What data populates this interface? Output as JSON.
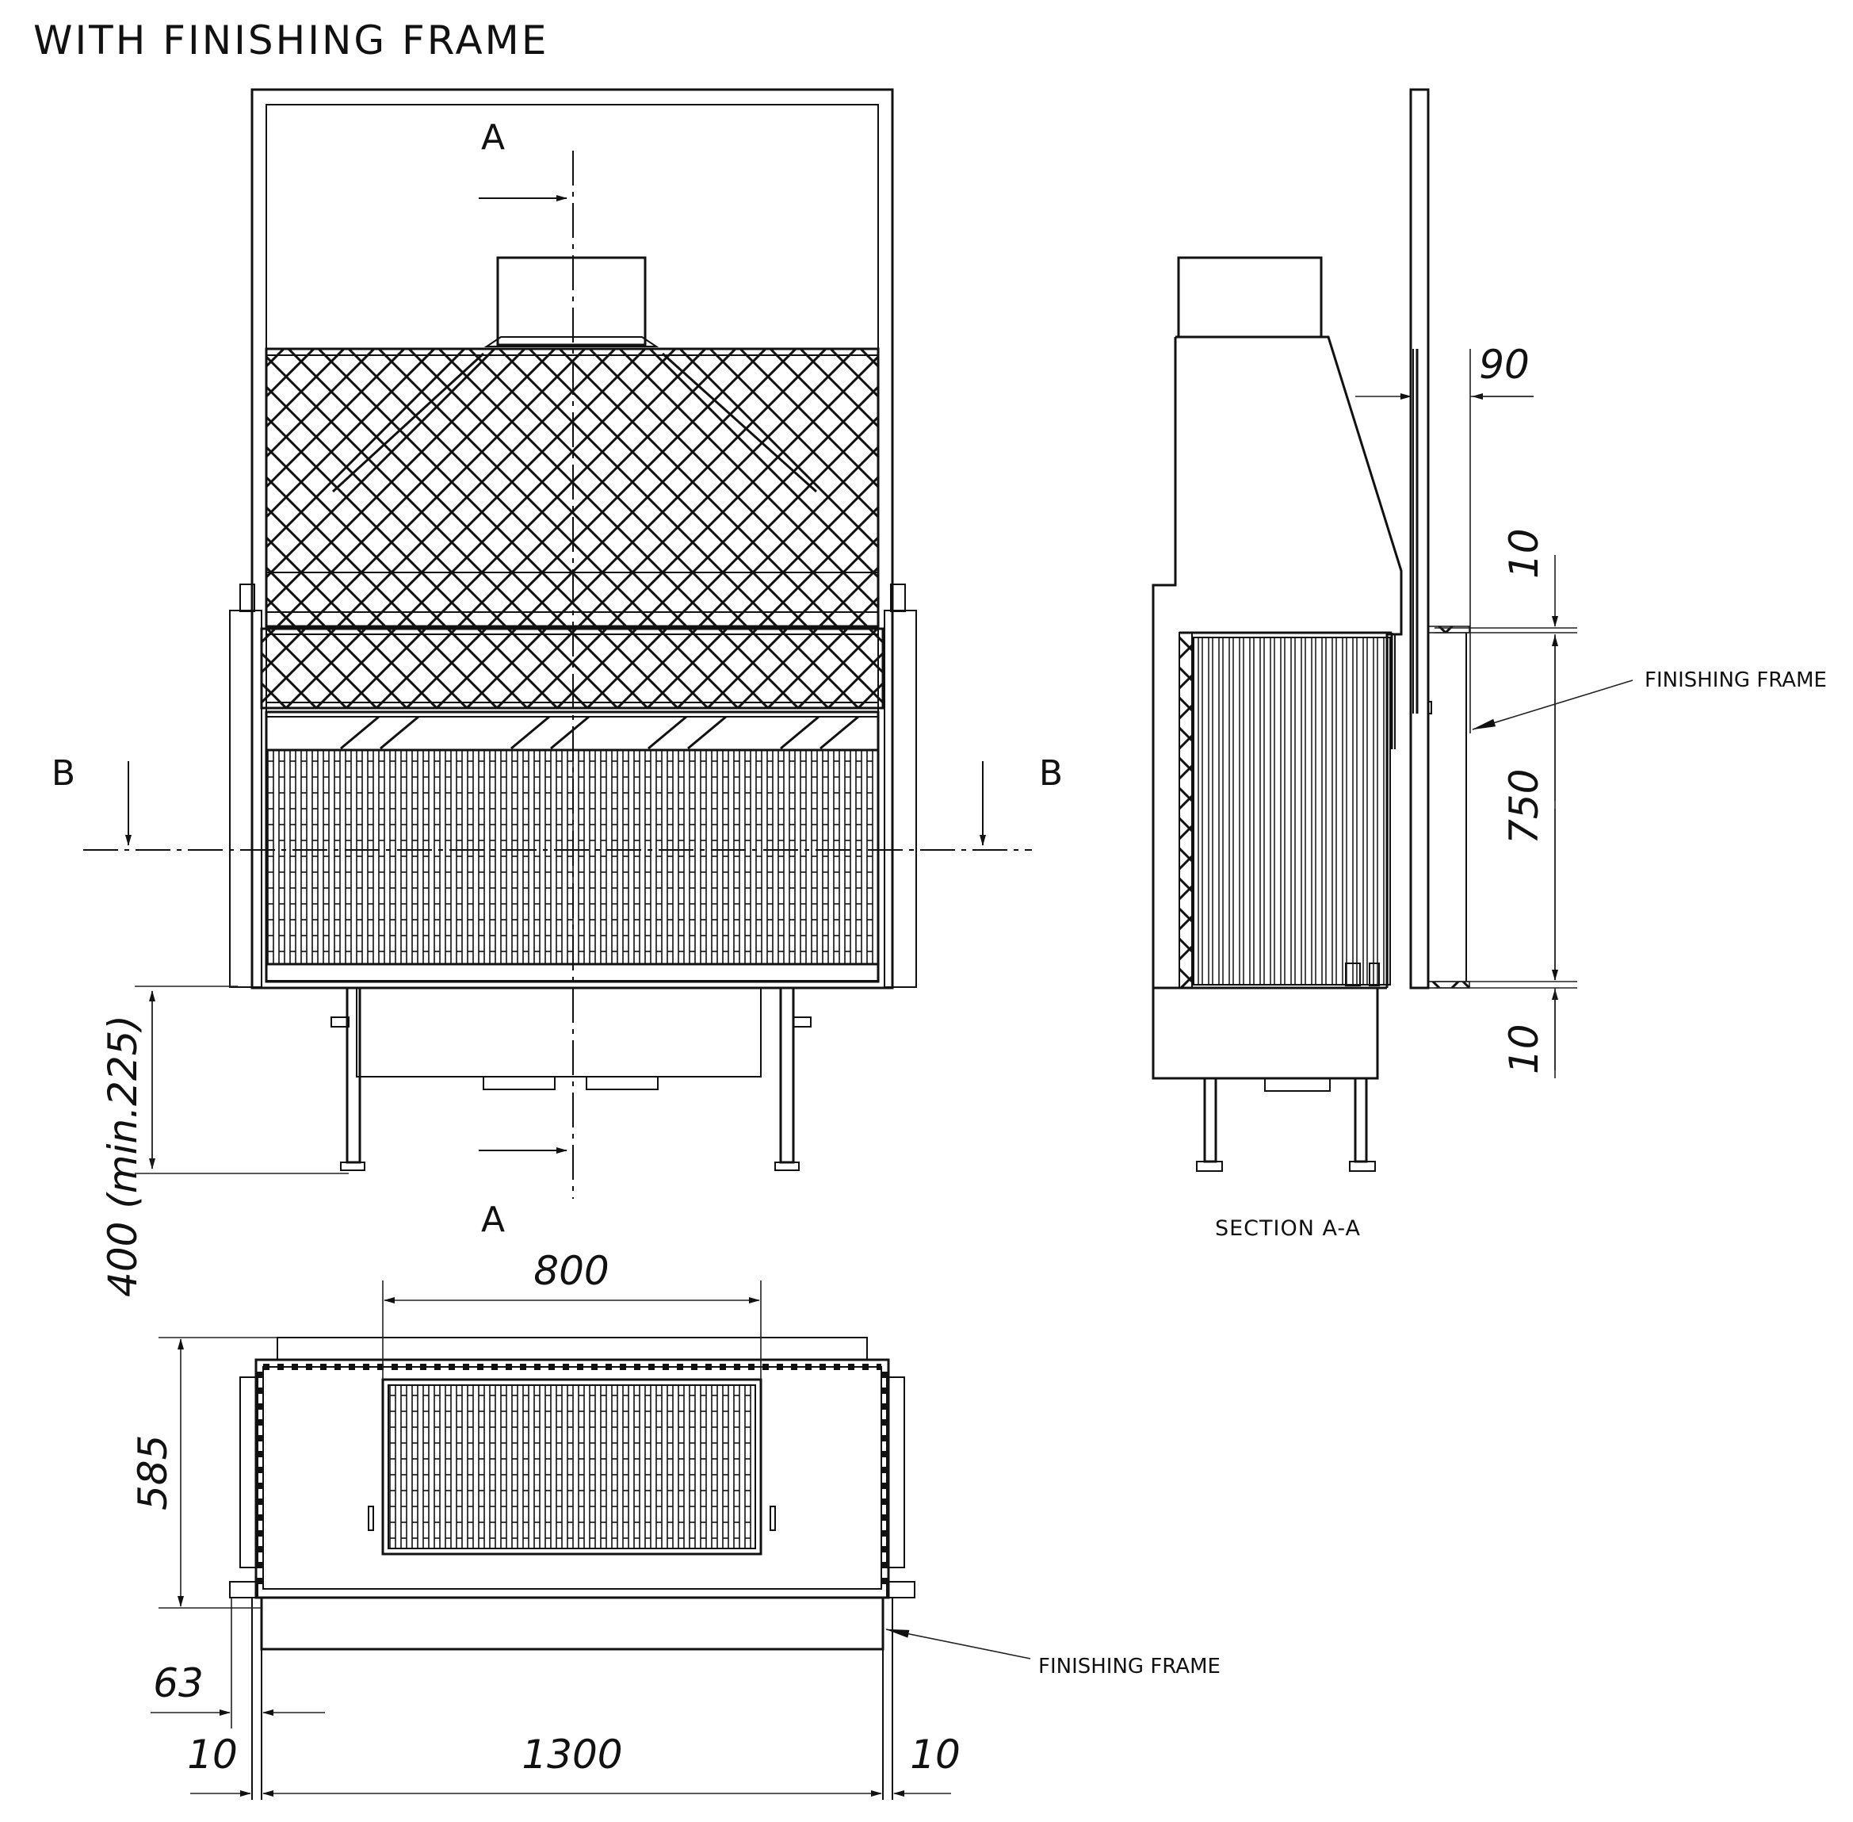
{
  "title": "WITH FINISHING FRAME",
  "front_view": {
    "section_a_top": "A",
    "section_a_bottom": "A",
    "section_b_left": "B",
    "section_b_right": "B",
    "leg_height_dim": "400 (min.225)"
  },
  "section_view": {
    "caption": "SECTION A-A",
    "dim_frame_offset": "90",
    "dim_top_gap": "10",
    "dim_opening_height": "750",
    "dim_bottom_gap": "10",
    "label_finishing_frame": "FINISHING FRAME"
  },
  "plan_view": {
    "dim_flue_width": "800",
    "dim_depth": "585",
    "dim_frame_projection": "63",
    "dim_left_gap": "10",
    "dim_opening_width": "1300",
    "dim_right_gap": "10",
    "label_finishing_frame": "FINISHING FRAME"
  }
}
